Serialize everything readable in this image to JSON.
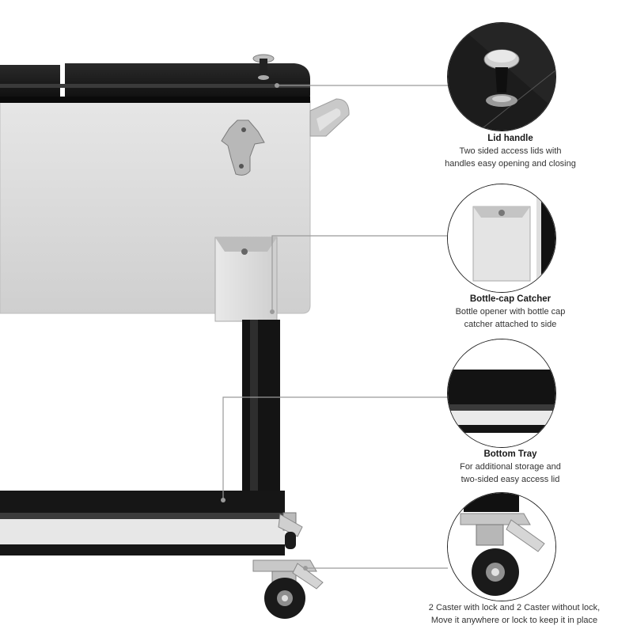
{
  "features": [
    {
      "title": "Lid handle",
      "lines": [
        "Two sided access lids with",
        "handles easy opening and closing"
      ]
    },
    {
      "title": "Bottle-cap Catcher",
      "lines": [
        "Bottle opener with bottle cap",
        "catcher attached to side"
      ]
    },
    {
      "title": "Bottom Tray",
      "lines": [
        "For additional storage and",
        "two-sided easy access lid"
      ]
    },
    {
      "title": "",
      "lines": [
        "2 Caster with lock and 2 Caster without lock,",
        "Move it anywhere or lock to keep it in place"
      ]
    }
  ],
  "colors": {
    "cooler_body": "#d8d8d8",
    "lid": "#1c1c1c",
    "frame": "#1a1a1a",
    "leader_line": "#9a9a9a",
    "text": "#222222"
  }
}
